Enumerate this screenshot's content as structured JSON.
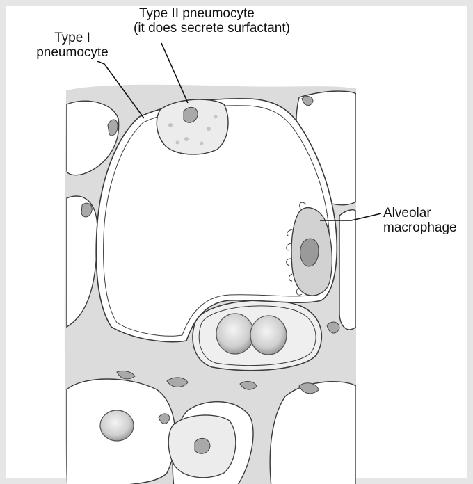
{
  "labels": {
    "type1_line1": "Type I",
    "type1_line2": "pneumocyte",
    "type2_line1": "Type II pneumocyte",
    "type2_line2": "(it does secrete surfactant)",
    "macro_line1": "Alveolar",
    "macro_line2": "macrophage"
  },
  "colors": {
    "background": "#e6e6e6",
    "tissue": "#dcdcdc",
    "alveolus": "#ffffff",
    "stroke": "#3a3a3a",
    "nucleus": "#a9a9a9",
    "cell": "#e9e9e9"
  }
}
